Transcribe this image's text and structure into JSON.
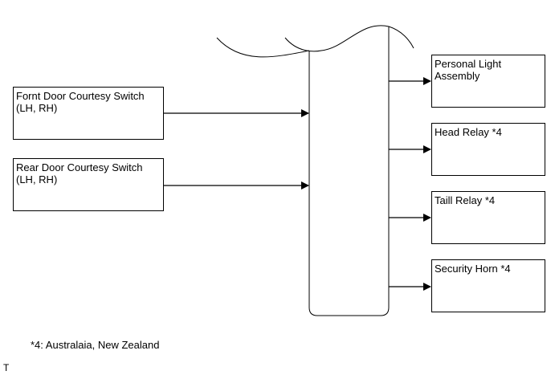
{
  "inputs": [
    {
      "line1": "Fornt Door Courtesy Switch",
      "line2": "(LH, RH)"
    },
    {
      "line1": "Rear Door Courtesy Switch",
      "line2": "(LH, RH)"
    }
  ],
  "outputs": [
    {
      "line1": "Personal Light",
      "line2": "Assembly"
    },
    {
      "line1": "Head Relay *4",
      "line2": ""
    },
    {
      "line1": "Taill Relay *4",
      "line2": ""
    },
    {
      "line1": "Security Horn *4",
      "line2": ""
    }
  ],
  "footnote": "*4: Australaia, New Zealand",
  "corner_mark": "T"
}
